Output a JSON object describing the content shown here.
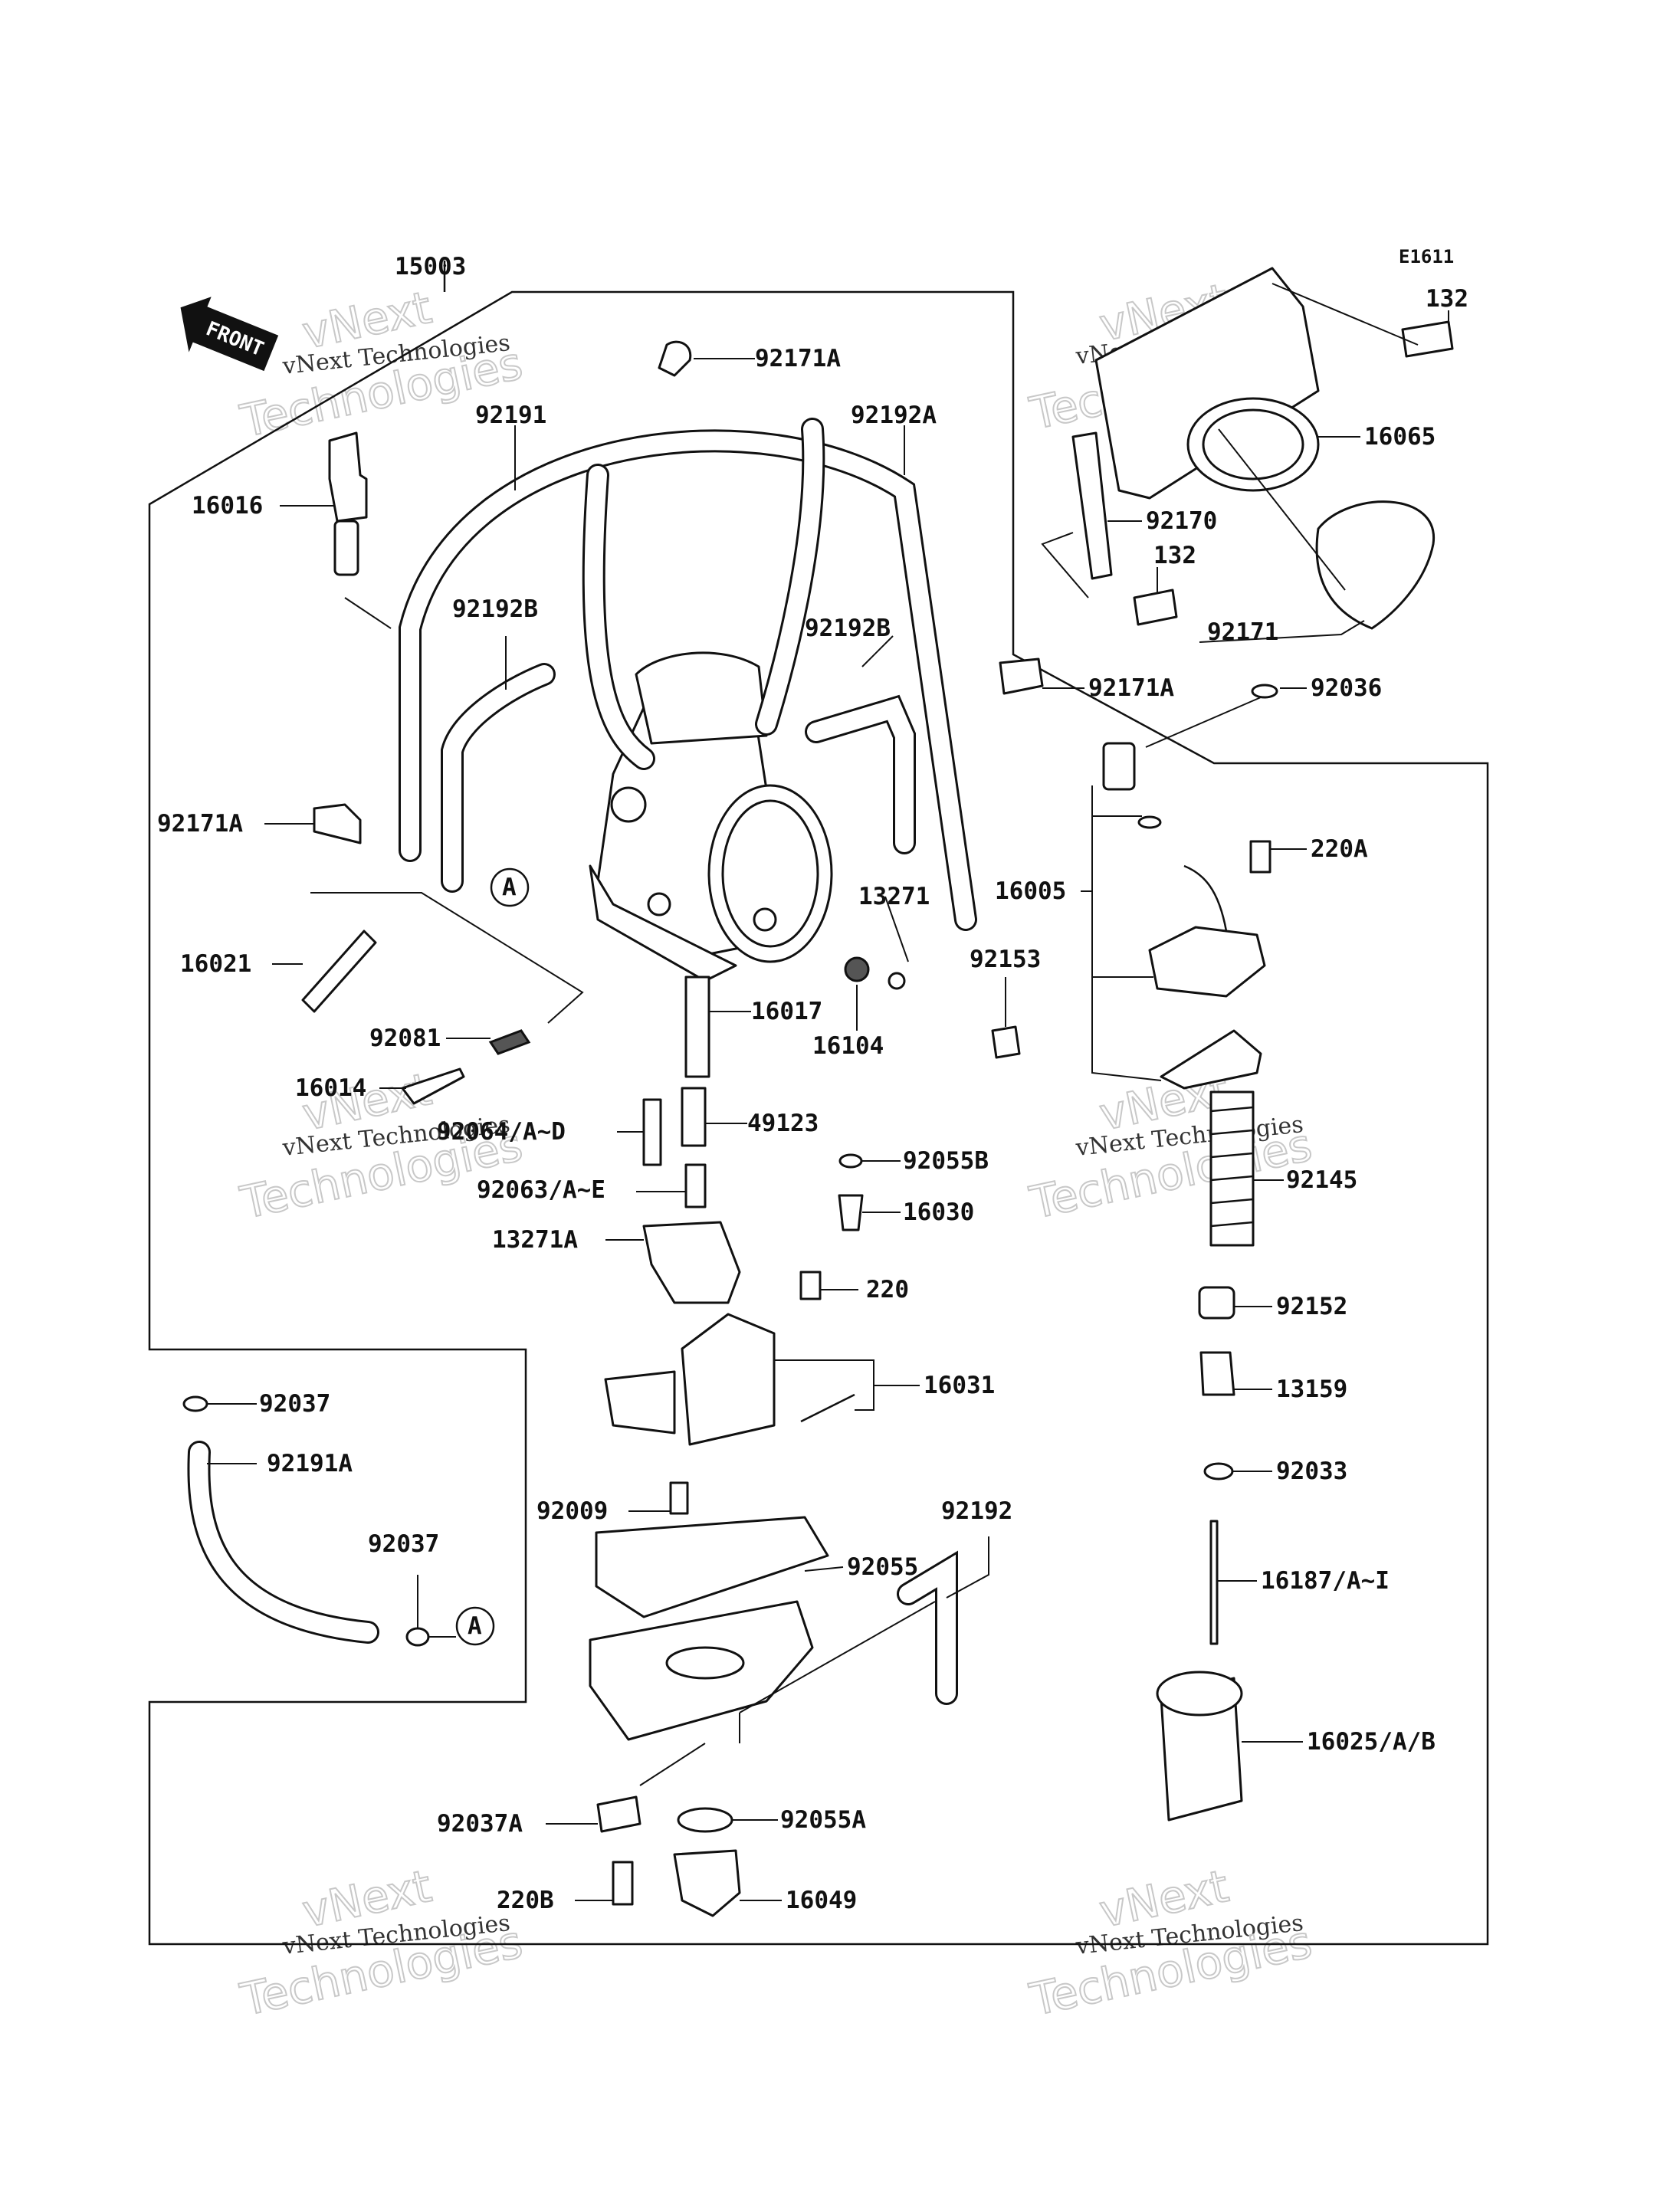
{
  "diagram_code": "E1611",
  "front_label": "FRONT",
  "callout_marker": "A",
  "watermark": {
    "line1": "vNext Technologies",
    "line2": "vNext",
    "line3": "Technologies"
  },
  "parts": {
    "p15003": "15003",
    "p92171A_top": "92171A",
    "p92191": "92191",
    "p92192A": "92192A",
    "p16016": "16016",
    "p92192B_left": "92192B",
    "p92192B_right": "92192B",
    "p92171A_left": "92171A",
    "p16021": "16021",
    "p92081": "92081",
    "p16014": "16014",
    "p16017": "16017",
    "p16104": "16104",
    "p13271": "13271",
    "p92153": "92153",
    "p49123": "49123",
    "p92064": "92064/A~D",
    "p92063": "92063/A~E",
    "p92055B": "92055B",
    "p16030": "16030",
    "p13271A": "13271A",
    "p220": "220",
    "p16031": "16031",
    "p92037_top": "92037",
    "p92191A": "92191A",
    "p92037_mid": "92037",
    "p92009": "92009",
    "p92055": "92055",
    "p92192": "92192",
    "p92037A": "92037A",
    "p92055A": "92055A",
    "p220B": "220B",
    "p16049": "16049",
    "p132_top": "132",
    "p16065": "16065",
    "p92170": "92170",
    "p132_mid": "132",
    "p92171": "92171",
    "p92171A_right": "92171A",
    "p92036": "92036",
    "p220A": "220A",
    "p16005": "16005",
    "p92145": "92145",
    "p92152": "92152",
    "p13159": "13159",
    "p92033": "92033",
    "p16187": "16187/A~I",
    "p16025": "16025/A/B"
  }
}
